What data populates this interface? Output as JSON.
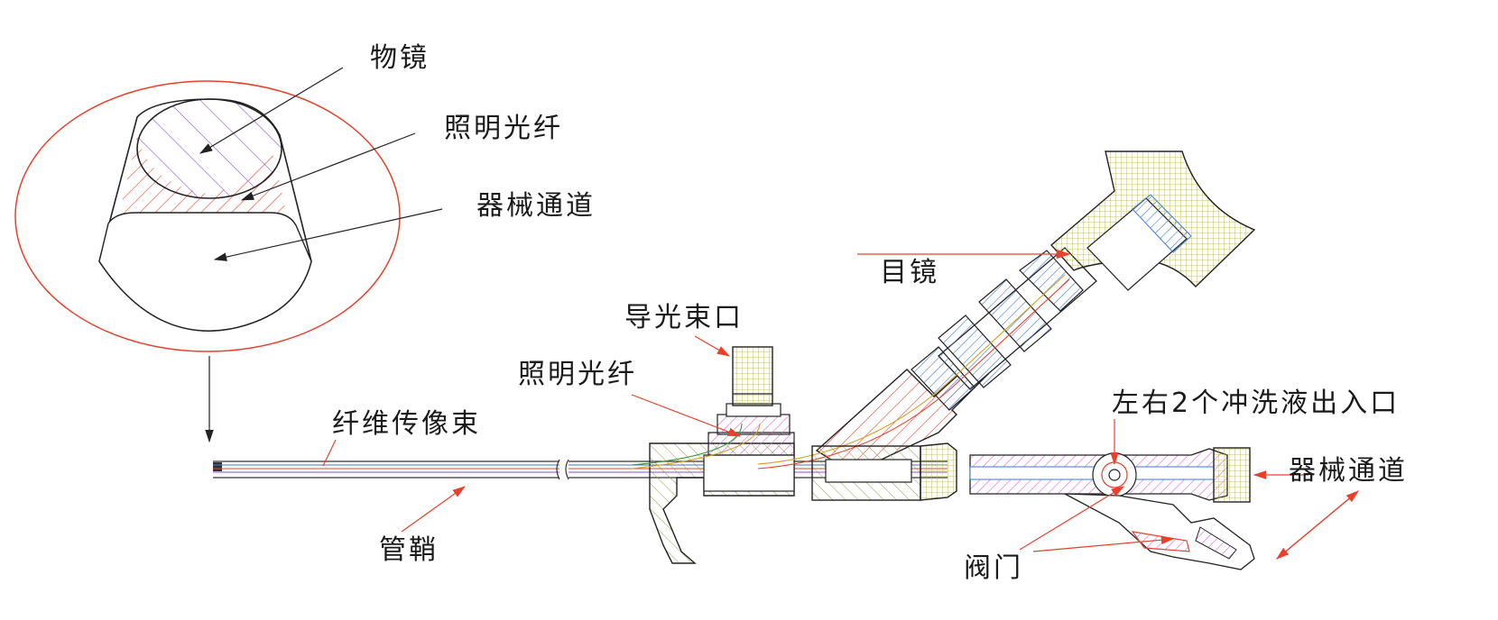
{
  "labels": {
    "objective_lens": "物镜",
    "illum_fiber_inset": "照明光纤",
    "instrument_channel_inset": "器械通道",
    "eyepiece": "目镜",
    "light_guide_port": "导光束口",
    "illum_fiber": "照明光纤",
    "fiber_image_bundle": "纤维传像束",
    "flush_ports": "左右2个冲洗液出入口",
    "instrument_channel": "器械通道",
    "sheath": "管鞘",
    "valve": "阀门"
  },
  "colors": {
    "leader": "#e8402a",
    "outline": "#222222",
    "hatch_red": "#e8402a",
    "hatch_blue": "#3a7ae0",
    "hatch_purple": "#8a4fd6",
    "magenta": "#e060e0",
    "grid": "#b8b040"
  }
}
